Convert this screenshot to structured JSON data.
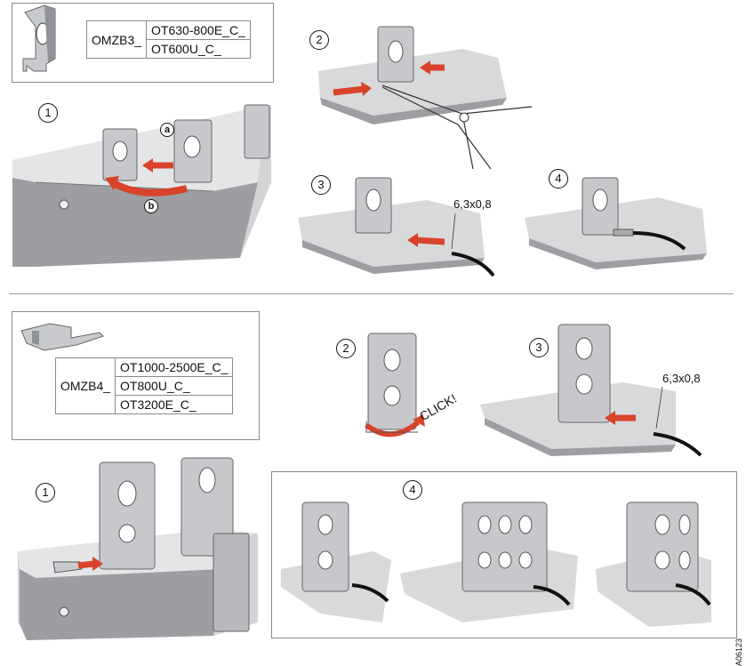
{
  "top": {
    "part_code": "OMZB3_",
    "models": [
      "OT630-800E_C_",
      "OT600U_C_"
    ],
    "steps": [
      "1",
      "2",
      "3",
      "4"
    ],
    "callout_a": "a",
    "callout_b": "b",
    "wire_size": "6,3x0,8"
  },
  "bottom": {
    "part_code": "OMZB4_",
    "models": [
      "OT1000-2500E_C_",
      "OT800U_C_",
      "OT3200E_C_"
    ],
    "steps": [
      "1",
      "2",
      "3",
      "4"
    ],
    "click_text": "CLICK!",
    "wire_size": "6,3x0,8"
  },
  "doc_id": "A06123",
  "colors": {
    "arrow": "#d9432b",
    "metal": "#c7c9cc",
    "metal_dark": "#8f9296",
    "base": "#d4d5d7",
    "wire": "#111111"
  }
}
